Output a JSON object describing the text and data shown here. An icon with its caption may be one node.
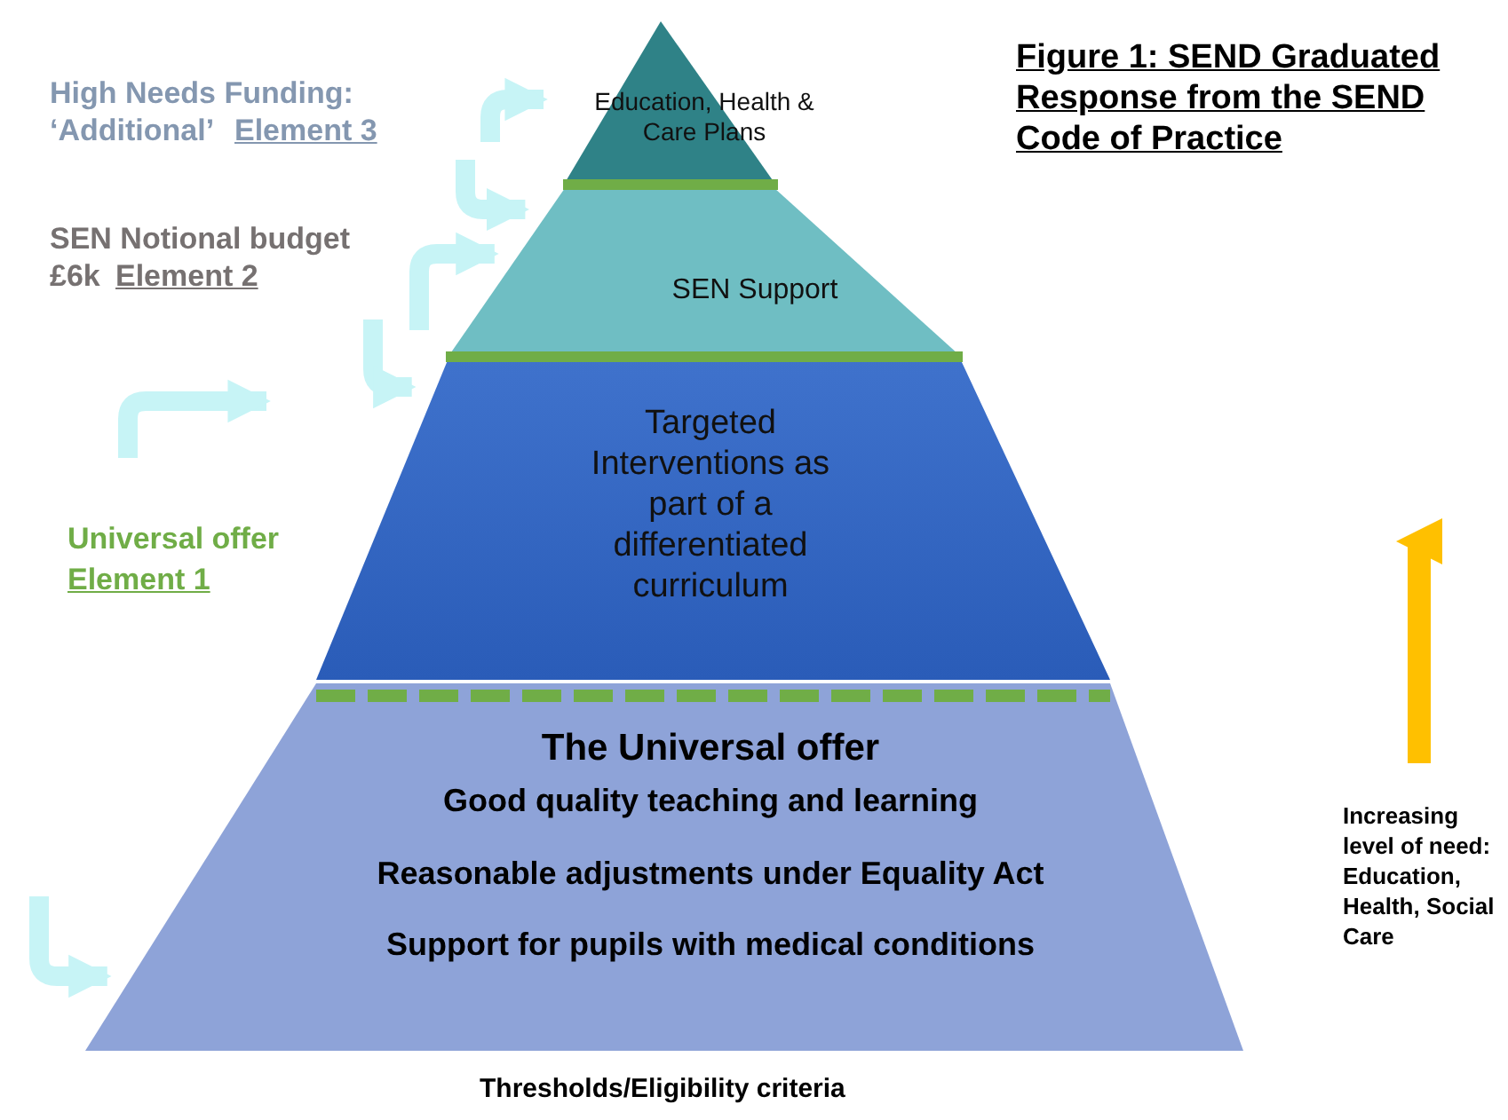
{
  "diagram": {
    "nodes": [
      {
        "text": [
          "Education, Health & Care Plans"
        ]
      },
      {
        "text": [
          "SEN Support"
        ]
      },
      {
        "text": [
          "Targeted Interventions as part of a differentiated curriculum"
        ]
      },
      {
        "text": [
          "The Universal offer",
          "Good quality teaching and learning",
          "Reasonable adjustments under Equality Act",
          "Support for pupils with medical conditions"
        ]
      }
    ],
    "edges": [
      {
        "from": null,
        "to": 0,
        "arrow": "to"
      },
      {
        "from": null,
        "to": 1,
        "arrow": "to"
      },
      {
        "from": null,
        "to": 1,
        "arrow": "to"
      },
      {
        "from": null,
        "to": 2,
        "arrow": "to"
      },
      {
        "from": null,
        "to": 3,
        "arrow": "to"
      }
    ],
    "labels": [
      "Figure 1: SEND Graduated Response from the SEND Code of Practice",
      "High Needs Funding: ‘Additional’",
      "Element 3",
      "SEN Notional budget £6k",
      "Element 2",
      "Universal offer",
      "Element 1",
      "Increasing level of need: Education, Health, Social Care",
      "Thresholds/Eligibility criteria"
    ]
  }
}
